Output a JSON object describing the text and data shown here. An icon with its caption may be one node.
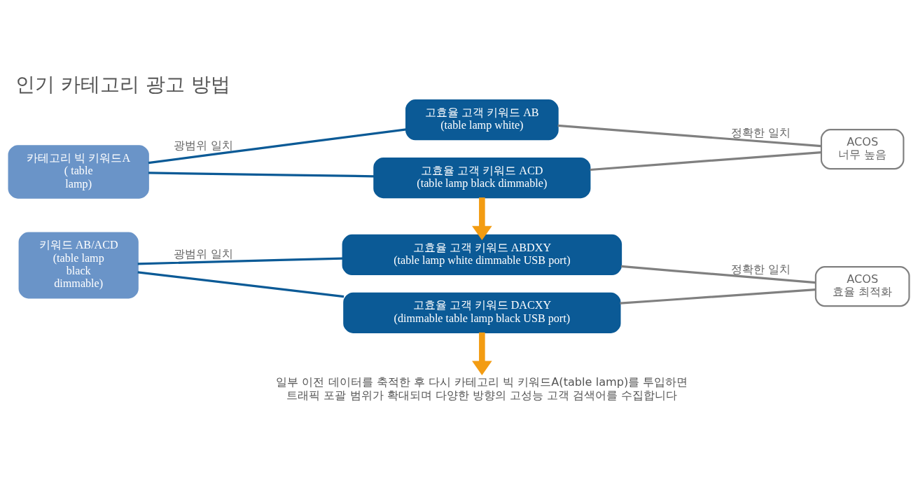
{
  "diagram": {
    "title": "인기 카테고리 광고 방법",
    "nodes": [
      {
        "text": [
          "카테고리 빅 키워드A",
          "( table lamp)"
        ]
      },
      {
        "text": [
          "고효율 고객 키워드 AB",
          "(table lamp white)"
        ]
      },
      {
        "text": [
          "고효율 고객 키워드 ACD",
          "(table lamp black dimmable)"
        ]
      },
      {
        "text": [
          "ACOS 너무 높음"
        ]
      },
      {
        "text": [
          "키워드 AB/ACD",
          "(table lamp black dimmable)"
        ]
      },
      {
        "text": [
          "고효율 고객 키워드 ABDXY",
          "(table lamp white dimmable USB port)"
        ]
      },
      {
        "text": [
          "고효율 고객 키워드 DACXY",
          "(dimmable table lamp black USB port)"
        ]
      },
      {
        "text": [
          "ACOS 효율 최적화"
        ]
      },
      {
        "text": [
          "일부 이전 데이터를 축적한 후 다시 카테고리 빅 키워드A(table lamp)를 투입하면 트래픽 포괄 범위가 확대되며 다양한 방향의 고성능 고객 검색어를 수집합니다"
        ]
      }
    ],
    "edges": [
      {
        "from": 0,
        "to": 1,
        "arrow": "none",
        "label": "광범위 일치"
      },
      {
        "from": 0,
        "to": 2,
        "arrow": "none"
      },
      {
        "from": 1,
        "to": 3,
        "arrow": "none",
        "label": "정확한 일치",
        "color": "#808080"
      },
      {
        "from": 2,
        "to": 3,
        "arrow": "none",
        "color": "#808080"
      },
      {
        "from": 2,
        "to": 5,
        "arrow": "to",
        "style": "thick",
        "color": "#f39c12"
      },
      {
        "from": 4,
        "to": 5,
        "arrow": "none",
        "label": "광범위 일치"
      },
      {
        "from": 4,
        "to": 6,
        "arrow": "none"
      },
      {
        "from": 5,
        "to": 7,
        "arrow": "none",
        "label": "정확한 일치",
        "color": "#808080"
      },
      {
        "from": 6,
        "to": 7,
        "arrow": "none",
        "color": "#808080"
      },
      {
        "from": 6,
        "to": 8,
        "arrow": "to",
        "style": "thick",
        "color": "#f39c12"
      }
    ]
  }
}
